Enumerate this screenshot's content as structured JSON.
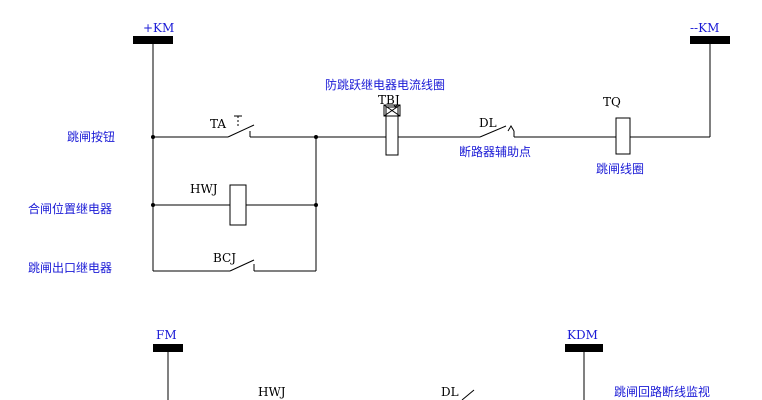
{
  "buses": {
    "plus_km": "+KM",
    "minus_km": "--KM",
    "fm": "FM",
    "kdm": "KDM"
  },
  "labels": {
    "trip_button": "跳闸按钮",
    "close_pos_relay": "合闸位置继电器",
    "trip_out_relay": "跳闸出口继电器",
    "anti_pump_coil": "防跳跃继电器电流线圈",
    "breaker_aux": "断路器辅助点",
    "trip_coil": "跳闸线圈",
    "trip_loop_monitor": "跳闸回路断线监视"
  },
  "designators": {
    "ta": "TA",
    "hwj": "HWJ",
    "bcj": "BCJ",
    "tbj": "TBJ",
    "dl": "DL",
    "tq": "TQ",
    "hwj2": "HWJ",
    "dl2": "DL"
  },
  "colors": {
    "label_blue": "#1a1ad6",
    "line": "#000000"
  }
}
